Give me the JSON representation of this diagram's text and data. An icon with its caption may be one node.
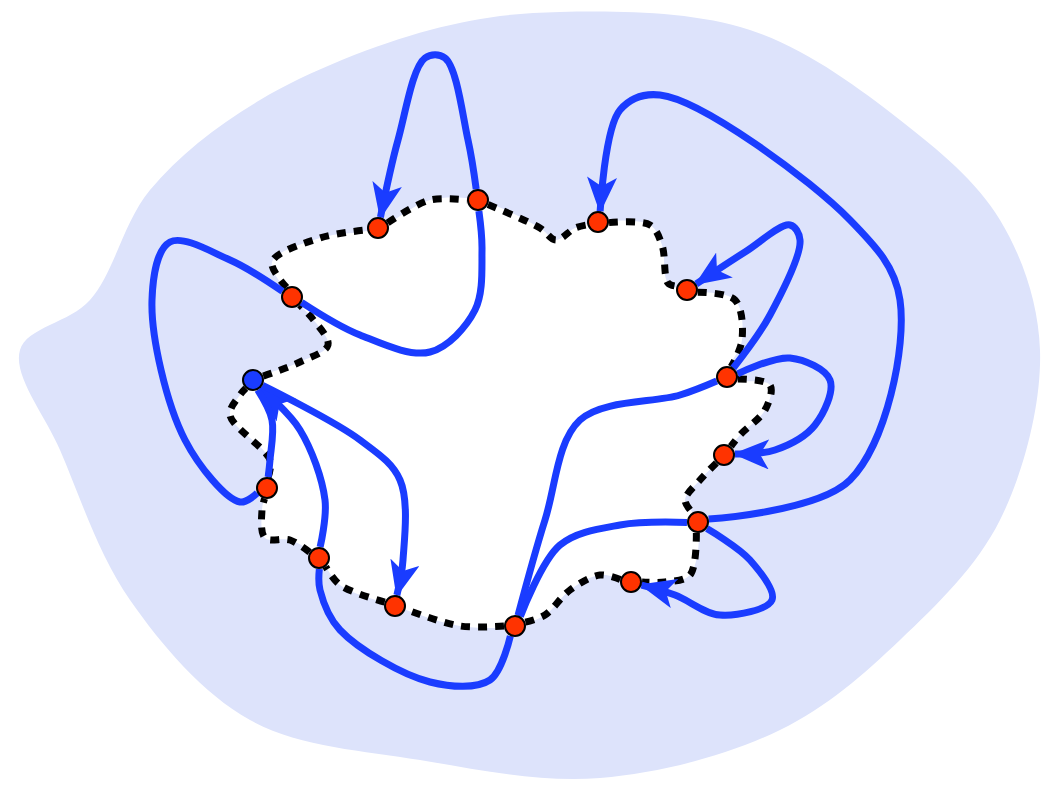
{
  "diagram": {
    "nodes": [
      {
        "text": [],
        "shape": "circle"
      },
      {
        "text": [],
        "shape": "circle"
      },
      {
        "text": [],
        "shape": "circle"
      },
      {
        "text": [],
        "shape": "circle"
      },
      {
        "text": [],
        "shape": "circle"
      },
      {
        "text": [],
        "shape": "circle"
      },
      {
        "text": [],
        "shape": "circle"
      },
      {
        "text": [],
        "shape": "circle"
      },
      {
        "text": [],
        "shape": "circle"
      },
      {
        "text": [],
        "shape": "circle"
      },
      {
        "text": [],
        "shape": "circle"
      },
      {
        "text": [],
        "shape": "circle"
      },
      {
        "text": [],
        "shape": "circle"
      },
      {
        "text": [],
        "shape": "circle"
      }
    ],
    "edges": [
      {
        "from": 5,
        "to": 3,
        "arrow": "none",
        "style": "dashed"
      },
      {
        "from": 3,
        "to": 1,
        "arrow": "none",
        "style": "dashed"
      },
      {
        "from": 1,
        "to": 0,
        "arrow": "none",
        "style": "dashed"
      },
      {
        "from": 0,
        "to": 2,
        "arrow": "none",
        "style": "dashed"
      },
      {
        "from": 2,
        "to": 4,
        "arrow": "none",
        "style": "dashed"
      },
      {
        "from": 4,
        "to": 6,
        "arrow": "none",
        "style": "dashed"
      },
      {
        "from": 6,
        "to": 7,
        "arrow": "none",
        "style": "dashed"
      },
      {
        "from": 7,
        "to": 9,
        "arrow": "none",
        "style": "dashed"
      },
      {
        "from": 9,
        "to": 11,
        "arrow": "none",
        "style": "dashed"
      },
      {
        "from": 11,
        "to": 13,
        "arrow": "none",
        "style": "dashed"
      },
      {
        "from": 13,
        "to": 12,
        "arrow": "none",
        "style": "dashed"
      },
      {
        "from": 12,
        "to": 10,
        "arrow": "none",
        "style": "dashed"
      },
      {
        "from": 10,
        "to": 8,
        "arrow": "none",
        "style": "dashed"
      },
      {
        "from": 8,
        "to": 5,
        "arrow": "none",
        "style": "dashed"
      },
      {
        "from": 8,
        "to": 3,
        "arrow": "none",
        "color": "#1a3cff"
      },
      {
        "from": 3,
        "to": 0,
        "arrow": "none",
        "color": "#1a3cff"
      },
      {
        "from": 0,
        "to": 1,
        "arrow": "to",
        "color": "#1a3cff"
      },
      {
        "from": 13,
        "to": 6,
        "arrow": "none",
        "color": "#1a3cff"
      },
      {
        "from": 6,
        "to": 4,
        "arrow": "to",
        "color": "#1a3cff"
      },
      {
        "from": 6,
        "to": 7,
        "arrow": "to",
        "color": "#1a3cff"
      },
      {
        "from": 9,
        "to": 2,
        "arrow": "to",
        "color": "#1a3cff"
      },
      {
        "from": 9,
        "to": 13,
        "arrow": "none",
        "color": "#1a3cff"
      },
      {
        "from": 9,
        "to": 11,
        "arrow": "to",
        "color": "#1a3cff"
      },
      {
        "from": 13,
        "to": 10,
        "arrow": "none",
        "color": "#1a3cff"
      },
      {
        "from": 10,
        "to": 5,
        "arrow": "to",
        "color": "#1a3cff"
      },
      {
        "from": 5,
        "to": 12,
        "arrow": "to",
        "color": "#1a3cff"
      },
      {
        "from": 5,
        "to": 8,
        "arrow": "none",
        "color": "#1a3cff"
      }
    ]
  }
}
